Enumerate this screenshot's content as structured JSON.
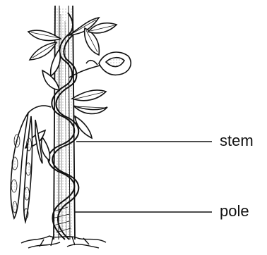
{
  "diagram": {
    "labels": [
      {
        "id": "stem",
        "text": "stem"
      },
      {
        "id": "pole",
        "text": "pole"
      }
    ]
  },
  "colors": {
    "ink": "#111111",
    "stipple": "#9a9a9a",
    "background": "#ffffff"
  }
}
